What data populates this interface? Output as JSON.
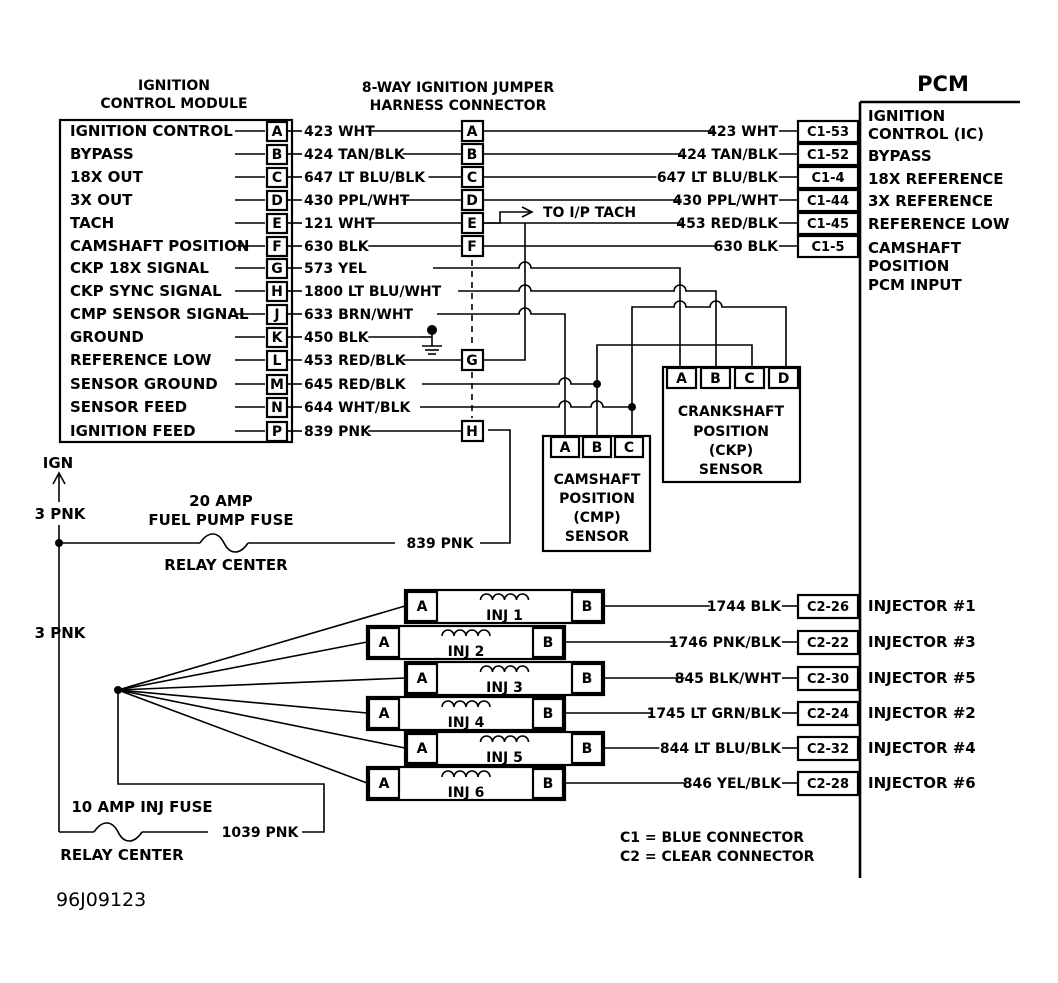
{
  "icm": {
    "title_line1": "IGNITION",
    "title_line2": "CONTROL MODULE",
    "rows": [
      {
        "label": "IGNITION CONTROL",
        "pin": "A",
        "wire": "423 WHT"
      },
      {
        "label": "BYPASS",
        "pin": "B",
        "wire": "424 TAN/BLK"
      },
      {
        "label": "18X OUT",
        "pin": "C",
        "wire": "647 LT BLU/BLK"
      },
      {
        "label": "3X OUT",
        "pin": "D",
        "wire": "430 PPL/WHT"
      },
      {
        "label": "TACH",
        "pin": "E",
        "wire": "121 WHT"
      },
      {
        "label": "CAMSHAFT POSITION",
        "pin": "F",
        "wire": "630 BLK"
      },
      {
        "label": "CKP 18X SIGNAL",
        "pin": "G",
        "wire": "573 YEL"
      },
      {
        "label": "CKP SYNC SIGNAL",
        "pin": "H",
        "wire": "1800 LT BLU/WHT"
      },
      {
        "label": "CMP SENSOR SIGNAL",
        "pin": "J",
        "wire": "633 BRN/WHT"
      },
      {
        "label": "GROUND",
        "pin": "K",
        "wire": "450 BLK"
      },
      {
        "label": "REFERENCE LOW",
        "pin": "L",
        "wire": "453 RED/BLK"
      },
      {
        "label": "SENSOR GROUND",
        "pin": "M",
        "wire": "645 RED/BLK"
      },
      {
        "label": "SENSOR FEED",
        "pin": "N",
        "wire": "644 WHT/BLK"
      },
      {
        "label": "IGNITION FEED",
        "pin": "P",
        "wire": "839 PNK"
      }
    ]
  },
  "jumper": {
    "title_line1": "8-WAY IGNITION JUMPER",
    "title_line2": "HARNESS CONNECTOR",
    "pins": [
      "A",
      "B",
      "C",
      "D",
      "E",
      "F",
      "G",
      "H"
    ],
    "tach_label": "TO I/P TACH"
  },
  "pcm": {
    "title": "PCM",
    "c1": [
      {
        "pin": "C1-53",
        "wire": "423 WHT"
      },
      {
        "pin": "C1-52",
        "wire": "424 TAN/BLK"
      },
      {
        "pin": "C1-4",
        "wire": "647 LT BLU/BLK"
      },
      {
        "pin": "C1-44",
        "wire": "430 PPL/WHT"
      },
      {
        "pin": "C1-45",
        "wire": "453 RED/BLK"
      },
      {
        "pin": "C1-5",
        "wire": "630 BLK"
      }
    ],
    "c1_labels": [
      "IGNITION",
      "CONTROL (IC)",
      "BYPASS",
      "18X REFERENCE",
      "3X REFERENCE",
      "REFERENCE LOW",
      "CAMSHAFT",
      "POSITION",
      "PCM INPUT"
    ],
    "c2": [
      {
        "pin": "C2-26",
        "wire": "1744 BLK",
        "label": "INJECTOR #1"
      },
      {
        "pin": "C2-22",
        "wire": "1746 PNK/BLK",
        "label": "INJECTOR #3"
      },
      {
        "pin": "C2-30",
        "wire": "845 BLK/WHT",
        "label": "INJECTOR #5"
      },
      {
        "pin": "C2-24",
        "wire": "1745 LT GRN/BLK",
        "label": "INJECTOR #2"
      },
      {
        "pin": "C2-32",
        "wire": "844 LT BLU/BLK",
        "label": "INJECTOR #4"
      },
      {
        "pin": "C2-28",
        "wire": "846 YEL/BLK",
        "label": "INJECTOR #6"
      }
    ]
  },
  "ckp": {
    "pins": [
      "A",
      "B",
      "C",
      "D"
    ],
    "line1": "CRANKSHAFT",
    "line2": "POSITION",
    "line3": "(CKP)",
    "line4": "SENSOR"
  },
  "cmp": {
    "pins": [
      "A",
      "B",
      "C"
    ],
    "line1": "CAMSHAFT",
    "line2": "POSITION",
    "line3": "(CMP)",
    "line4": "SENSOR"
  },
  "injectors": [
    {
      "name": "INJ 1",
      "a": "A",
      "b": "B"
    },
    {
      "name": "INJ 2",
      "a": "A",
      "b": "B"
    },
    {
      "name": "INJ 3",
      "a": "A",
      "b": "B"
    },
    {
      "name": "INJ 4",
      "a": "A",
      "b": "B"
    },
    {
      "name": "INJ 5",
      "a": "A",
      "b": "B"
    },
    {
      "name": "INJ 6",
      "a": "A",
      "b": "B"
    }
  ],
  "power": {
    "ign": "IGN",
    "pnk_top": "3 PNK",
    "pnk_mid": "3 PNK",
    "fuel_fuse_line1": "20 AMP",
    "fuel_fuse_line2": "FUEL PUMP FUSE",
    "relay1": "RELAY CENTER",
    "wire_839": "839 PNK",
    "inj_fuse": "10 AMP INJ FUSE",
    "relay2": "RELAY CENTER",
    "wire_1039": "1039 PNK"
  },
  "legend": {
    "c1": "C1 = BLUE CONNECTOR",
    "c2": "C2 = CLEAR CONNECTOR"
  },
  "figure_id": "96J09123"
}
